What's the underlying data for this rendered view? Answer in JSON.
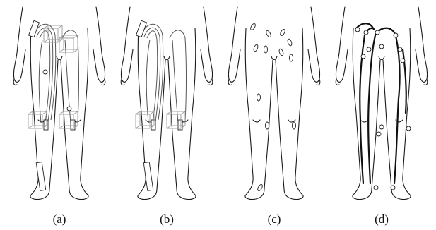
{
  "panels": [
    {
      "id": "a",
      "label": "(a)"
    },
    {
      "id": "b",
      "label": "(b)"
    },
    {
      "id": "c",
      "label": "(c)"
    },
    {
      "id": "d",
      "label": "(d)"
    }
  ],
  "colors": {
    "line": "#1a1a1a",
    "box": "#9a9a9a",
    "background": "#ffffff"
  }
}
